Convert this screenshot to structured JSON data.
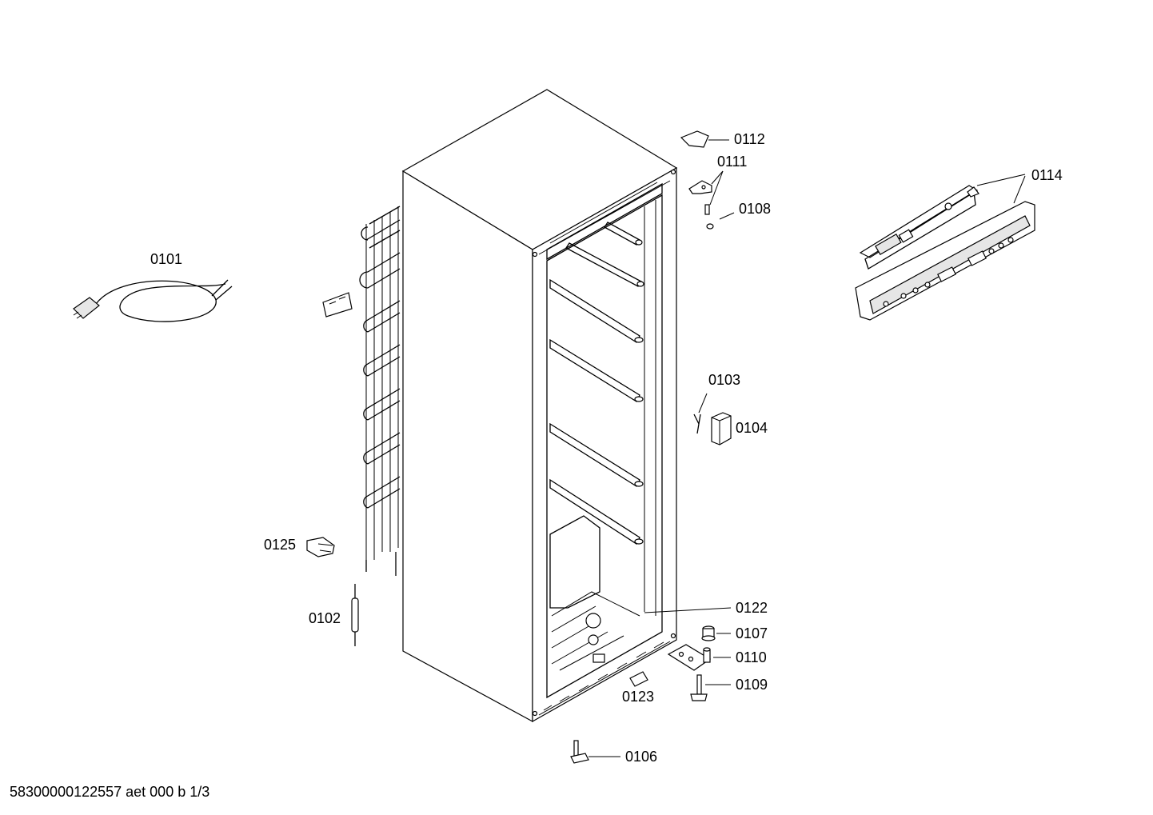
{
  "labels": {
    "p0101": "0101",
    "p0102": "0102",
    "p0103": "0103",
    "p0104": "0104",
    "p0106": "0106",
    "p0107": "0107",
    "p0108": "0108",
    "p0109": "0109",
    "p0110": "0110",
    "p0111": "0111",
    "p0112": "0112",
    "p0114": "0114",
    "p0122": "0122",
    "p0123": "0123",
    "p0125": "0125"
  },
  "footer": "58300000122557 aet 000 b 1/3"
}
